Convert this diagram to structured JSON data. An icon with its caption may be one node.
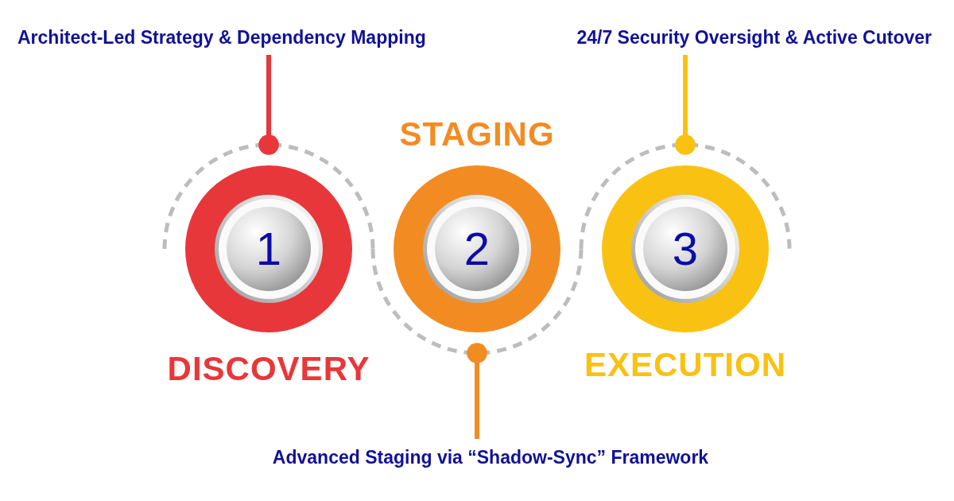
{
  "diagram": {
    "nodes": [
      {
        "text": [
          "Architect-Led Strategy & Dependency Mapping"
        ]
      },
      {
        "text": [
          "24/7 Security Oversight & Active Cutover"
        ]
      },
      {
        "text": [
          "1",
          "DISCOVERY"
        ]
      },
      {
        "text": [
          "STAGING",
          "2"
        ]
      },
      {
        "text": [
          "3",
          "EXECUTION"
        ]
      },
      {
        "text": [
          "Advanced Staging via “Shadow-Sync” Framework"
        ]
      }
    ],
    "edges": [
      {
        "from": 0,
        "to": 2,
        "arrow": "other",
        "color": "#e8373a"
      },
      {
        "from": 1,
        "to": 4,
        "arrow": "other",
        "color": "#f9c213"
      },
      {
        "from": 5,
        "to": 3,
        "arrow": "other",
        "color": "#f28c22"
      }
    ]
  }
}
